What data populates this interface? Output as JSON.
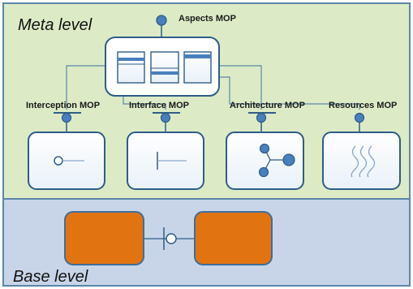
{
  "diagram": {
    "meta_level": {
      "label": "Meta level",
      "fill": "#dcebc6",
      "stroke": "#5b86a8"
    },
    "base_level": {
      "label": "Base level",
      "fill": "#c8d5e8",
      "stroke": "#5b86a8"
    },
    "aspects_mop": {
      "label": "Aspects MOP"
    },
    "mops": [
      {
        "label": "Interception MOP"
      },
      {
        "label": "Interface MOP"
      },
      {
        "label": "Architecture MOP"
      },
      {
        "label": "Resources MOP"
      }
    ],
    "colors": {
      "line": "#2f5d86",
      "connector_fill": "#4a7fbd",
      "base_component": "#e27311",
      "base_component_stroke": "#3e6e9a",
      "label_text": "#1a1a1a"
    }
  }
}
